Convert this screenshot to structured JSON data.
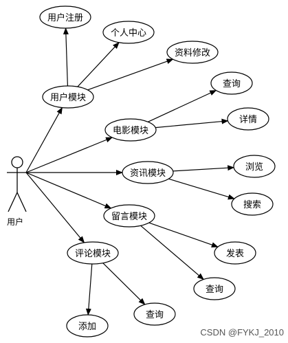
{
  "actor": {
    "label": "用户",
    "icon": "stick-figure-icon"
  },
  "nodes": {
    "user_module": "用户模块",
    "register": "用户注册",
    "profile": "个人中心",
    "edit_info": "资料修改",
    "movie_module": "电影模块",
    "movie_query": "查询",
    "movie_detail": "详情",
    "news_module": "资讯模块",
    "news_browse": "浏览",
    "news_search": "搜索",
    "message_module": "留言模块",
    "message_post": "发表",
    "message_query": "查询",
    "comment_module": "评论模块",
    "comment_add": "添加",
    "comment_query": "查询"
  },
  "edges": [
    [
      "actor",
      "user_module"
    ],
    [
      "actor",
      "movie_module"
    ],
    [
      "actor",
      "news_module"
    ],
    [
      "actor",
      "message_module"
    ],
    [
      "actor",
      "comment_module"
    ],
    [
      "user_module",
      "register"
    ],
    [
      "user_module",
      "profile"
    ],
    [
      "user_module",
      "edit_info"
    ],
    [
      "movie_module",
      "movie_query"
    ],
    [
      "movie_module",
      "movie_detail"
    ],
    [
      "news_module",
      "news_browse"
    ],
    [
      "news_module",
      "news_search"
    ],
    [
      "message_module",
      "message_post"
    ],
    [
      "message_module",
      "message_query"
    ],
    [
      "comment_module",
      "comment_add"
    ],
    [
      "comment_module",
      "comment_query"
    ]
  ],
  "watermark": "CSDN @FYKJ_2010"
}
